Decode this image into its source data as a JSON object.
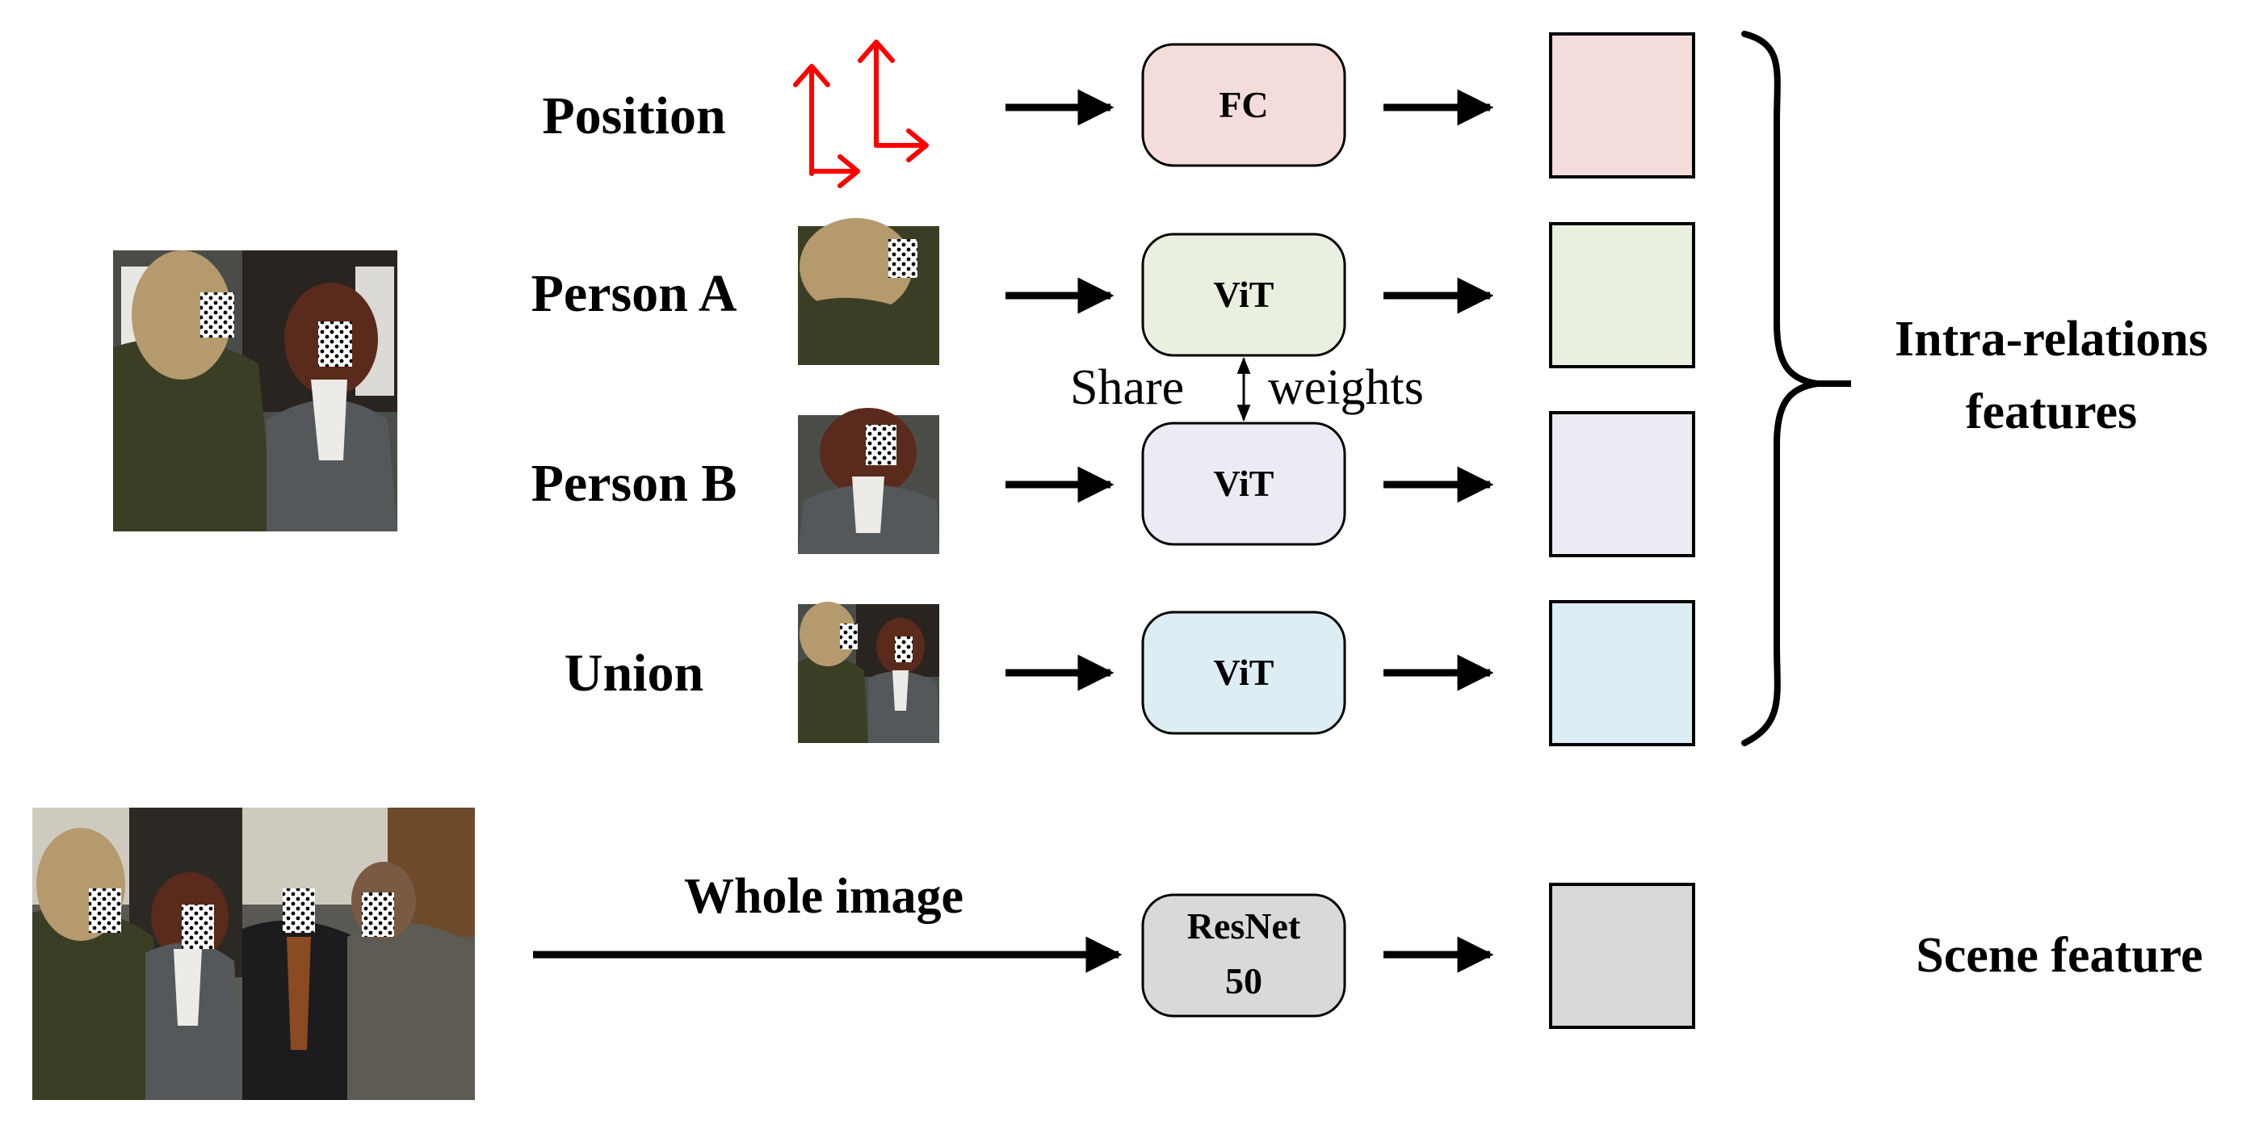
{
  "rows": [
    {
      "label": "Position",
      "module": "FC",
      "module_color": "#f3dcd9"
    },
    {
      "label": "Person A",
      "module": "ViT",
      "module_color": "#eaf0e0"
    },
    {
      "label": "Person B",
      "module": "ViT",
      "module_color": "#ecebf3"
    },
    {
      "label": "Union",
      "module": "ViT",
      "module_color": "#ddedf4"
    }
  ],
  "share_weights": {
    "left": "Share",
    "right": "weights"
  },
  "intra_label": {
    "line1": "Intra-relations",
    "line2": "features"
  },
  "scene": {
    "arrow_label": "Whole image",
    "module_line1": "ResNet",
    "module_line2": "50",
    "module_color": "#d9d9d9",
    "output_label": "Scene feature"
  },
  "colors": {
    "position_icon": "#ff0000",
    "box_stroke": "#000000"
  },
  "icons": {
    "position": "coordinate-axes-icon",
    "photo": "photo-icon"
  }
}
